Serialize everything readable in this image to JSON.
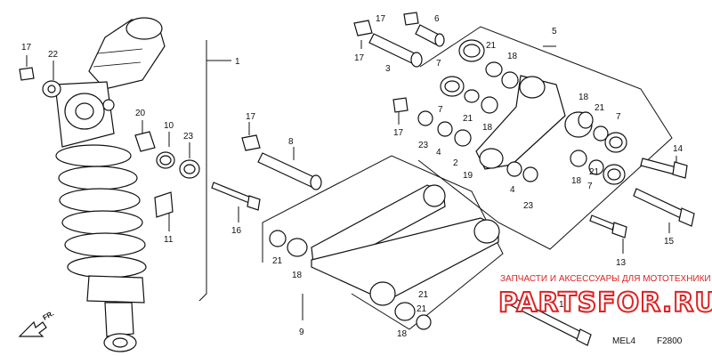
{
  "callouts": {
    "c1": "1",
    "c2": "2",
    "c3": "3",
    "c4a": "4",
    "c4b": "4",
    "c5": "5",
    "c6": "6",
    "c7a": "7",
    "c7b": "7",
    "c7c": "7",
    "c7d": "7",
    "c8": "8",
    "c9": "9",
    "c10": "10",
    "c11": "11",
    "c12": "12",
    "c13": "13",
    "c14": "14",
    "c15": "15",
    "c16": "16",
    "c17a": "17",
    "c17b": "17",
    "c17c": "17",
    "c17d": "17",
    "c17e": "17",
    "c18a": "18",
    "c18b": "18",
    "c18c": "18",
    "c18d": "18",
    "c18e": "18",
    "c18f": "18",
    "c19": "19",
    "c20": "20",
    "c21a": "21",
    "c21b": "21",
    "c21c": "21",
    "c21d": "21",
    "c21e": "21",
    "c21f": "21",
    "c21g": "21",
    "c22": "22",
    "c23a": "23",
    "c23b": "23",
    "c23c": "23"
  },
  "fr_label": "FR.",
  "diagram_code": "MEL4",
  "figure_code": "F2800",
  "watermark_top": "ЗАПЧАСТИ И АКСЕССУАРЫ ДЛЯ МОТОТЕХНИКИ",
  "watermark_logo": "PARTSFOR.RU",
  "colors": {
    "line": "#111111",
    "watermark": "#dd2222",
    "background": "#ffffff"
  }
}
